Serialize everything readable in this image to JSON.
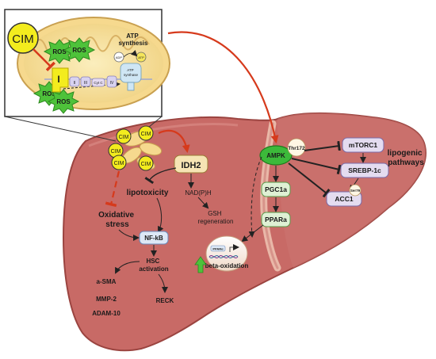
{
  "inset": {
    "drug_label": "CIM",
    "ros_label": "ROS",
    "complex_one_label": "I",
    "complex_two_label": "II",
    "complex_three_label": "III",
    "cytochrome_label": "Cyt C",
    "complex_four_label": "IV",
    "atp_synthesis_label": "ATP synthesis",
    "atp_synthase_label": "ATP synthase",
    "adp_label": "ADP",
    "atp_label": "ATP"
  },
  "liver": {
    "cim_cell_label": "CIM",
    "idh2_label": "IDH2",
    "nadph_label": "NAD(P)H",
    "gsh_label": "GSH regeneration",
    "lipotoxicity_label": "lipotoxicity",
    "oxidative_stress_label": "Oxidative stress",
    "nfkb_label": "NF-kB",
    "hsc_label": "HSC activation",
    "asma_label": "a-SMA",
    "mmp2_label": "MMP-2",
    "adam10_label": "ADAM-10",
    "reck_label": "RECK",
    "ampk_label": "AMPK",
    "thr172_label": "Thr172",
    "pgc1a_label": "PGC1a",
    "ppara_label": "PPARa",
    "ppara_small_label": "PPARα",
    "beta_oxidation_label": "beta-oxidation",
    "mtorc1_label": "mTORC1",
    "srebp_label": "SREBP-1c",
    "acc1_label": "ACC1",
    "ser79_label": "Ser79",
    "lipogenic_label": "lipogenic pathways"
  },
  "colors": {
    "liver_fill": "#c86a66",
    "liver_edge": "#9b4440",
    "liver_lobe": "#d28a84",
    "ros_green": "#4ec23a",
    "cim_yellow": "#f3ec1e",
    "red_arrow": "#d63a1c",
    "ampk_green": "#3cb93a",
    "green_box": "#dff0d4",
    "purple_box": "#e4dcf0",
    "idh2_box": "#f6e4b4"
  }
}
